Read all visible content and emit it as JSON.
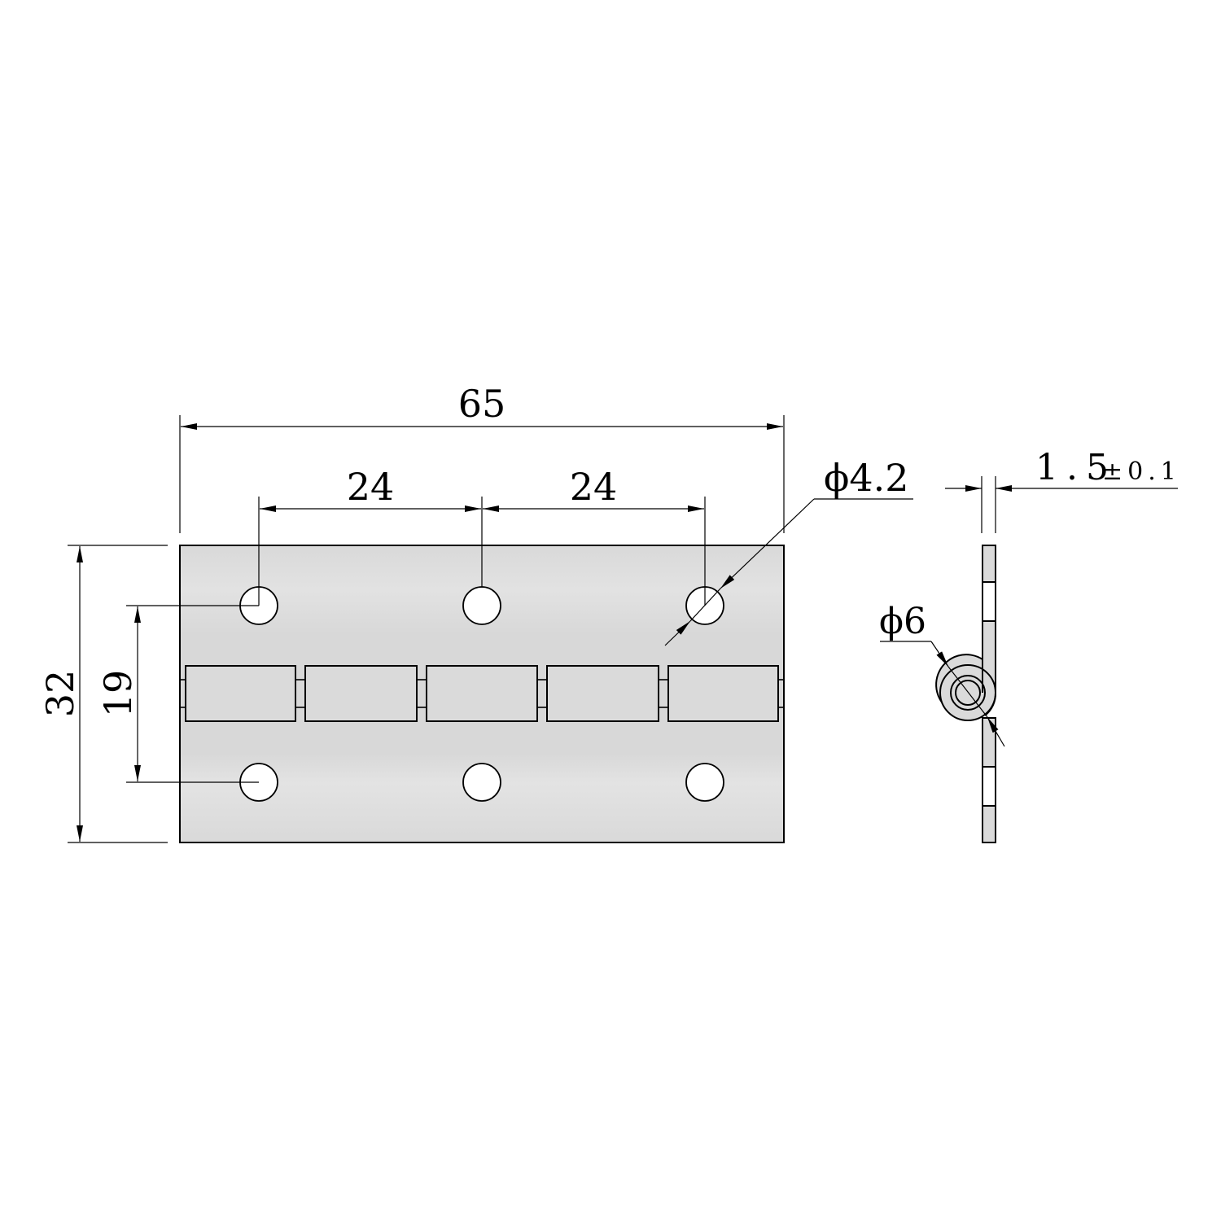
{
  "drawing": {
    "title": "Hinge technical drawing",
    "colors": {
      "part_fill": "#dadada",
      "line": "#000000",
      "background": "#ffffff"
    },
    "front_view": {
      "overall_width": "65",
      "hole_spacing_left": "24",
      "hole_spacing_right": "24",
      "overall_height": "32",
      "hole_row_spacing": "19",
      "hole_diameter": "ϕ4.2",
      "holes_per_row": 3,
      "hole_rows": 2,
      "knuckles": 5
    },
    "side_view": {
      "thickness": "1.5",
      "thickness_tolerance": "±0.1",
      "pin_diameter": "ϕ6"
    }
  }
}
